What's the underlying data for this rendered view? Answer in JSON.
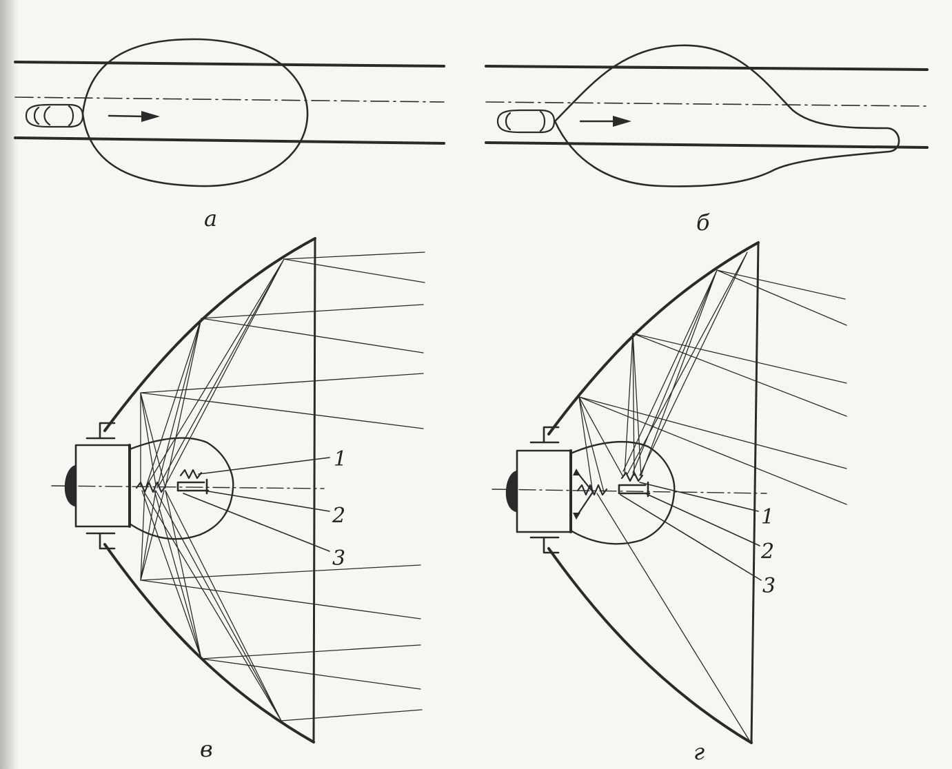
{
  "panels": {
    "a": {
      "caption": "а"
    },
    "b": {
      "caption": "б"
    },
    "v": {
      "caption": "в",
      "callouts": [
        "1",
        "2",
        "3"
      ]
    },
    "g": {
      "caption": "г",
      "callouts": [
        "1",
        "2",
        "3"
      ]
    }
  },
  "colors": {
    "ink": "#2a2a2a",
    "paper": "#f6f6f3"
  }
}
